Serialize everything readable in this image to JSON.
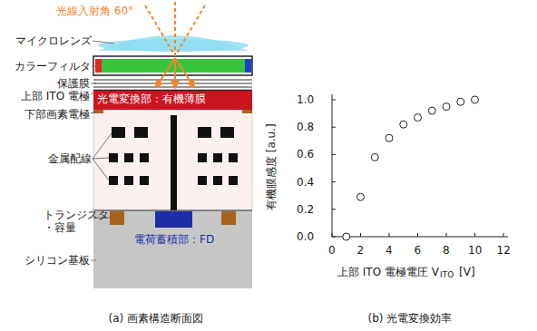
{
  "diagram": {
    "nodes": [
      {
        "text": [
          "光電変換部：有機薄膜"
        ]
      }
    ],
    "labels": [
      "光線入射角 60°",
      "マイクロレンズ",
      "カラーフィルタ",
      "保護膜",
      "上部 ITO 電極",
      "下部画素電極",
      "金属配線",
      "トランジスタ ・容量",
      "電荷蓄積部：FD",
      "シリコン基板",
      "(a) 画素構造断面図",
      "(b) 光電変換効率",
      "0.0",
      "0.2",
      "0.4",
      "0.6",
      "0.8",
      "1.0",
      "0",
      "2",
      "4",
      "6",
      "8",
      "10",
      "12",
      "有機膜感度 [a.u.]",
      "上部 ITO 電極電圧 V",
      "ITO",
      "[V]"
    ]
  }
}
